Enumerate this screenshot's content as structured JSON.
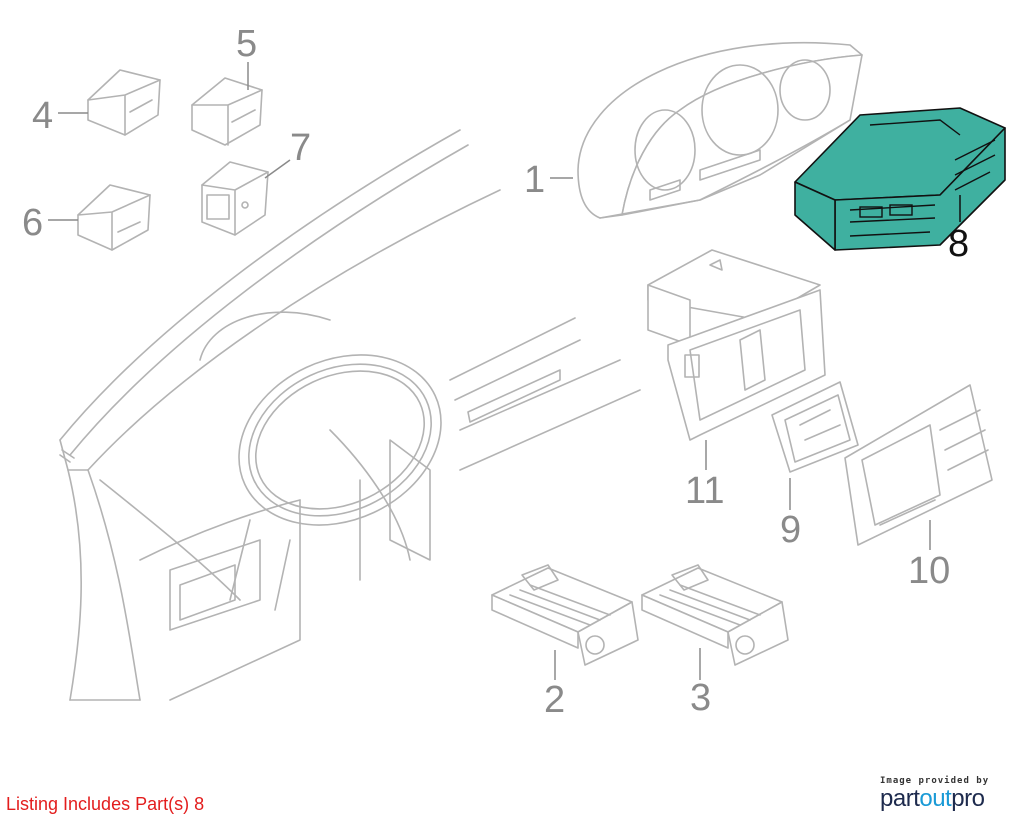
{
  "caption": "Listing Includes Part(s) 8",
  "brand": {
    "provided_by": "Image provided by",
    "name_part1": "part",
    "name_part2": "out",
    "name_part3": "pro"
  },
  "colors": {
    "caption": "#e31d1d",
    "highlight": "#3fb0a0",
    "outline": "#b3b3b3",
    "brand_dark": "#1d2a4d",
    "brand_accent": "#1a9ad6"
  },
  "callouts": [
    {
      "id": "1",
      "label": "1",
      "highlighted": false
    },
    {
      "id": "2",
      "label": "2",
      "highlighted": false
    },
    {
      "id": "3",
      "label": "3",
      "highlighted": false
    },
    {
      "id": "4",
      "label": "4",
      "highlighted": false
    },
    {
      "id": "5",
      "label": "5",
      "highlighted": false
    },
    {
      "id": "6",
      "label": "6",
      "highlighted": false
    },
    {
      "id": "7",
      "label": "7",
      "highlighted": false
    },
    {
      "id": "8",
      "label": "8",
      "highlighted": true
    },
    {
      "id": "9",
      "label": "9",
      "highlighted": false
    },
    {
      "id": "10",
      "label": "10",
      "highlighted": false
    },
    {
      "id": "11",
      "label": "11",
      "highlighted": false
    }
  ]
}
